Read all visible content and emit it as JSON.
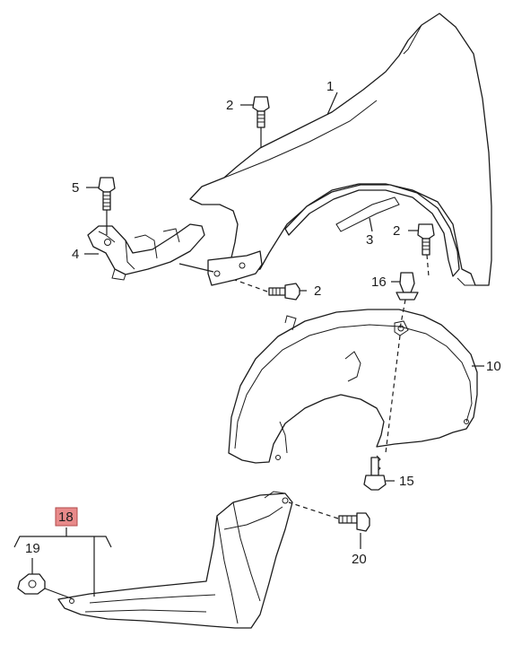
{
  "diagram": {
    "callouts": {
      "c1": "1",
      "c2a": "2",
      "c2b": "2",
      "c2c": "2",
      "c3": "3",
      "c4": "4",
      "c5": "5",
      "c10": "10",
      "c15": "15",
      "c16": "16",
      "c18": "18",
      "c19": "19",
      "c20": "20"
    },
    "highlight_color": "#e88a8a",
    "highlighted_callout": "18"
  }
}
